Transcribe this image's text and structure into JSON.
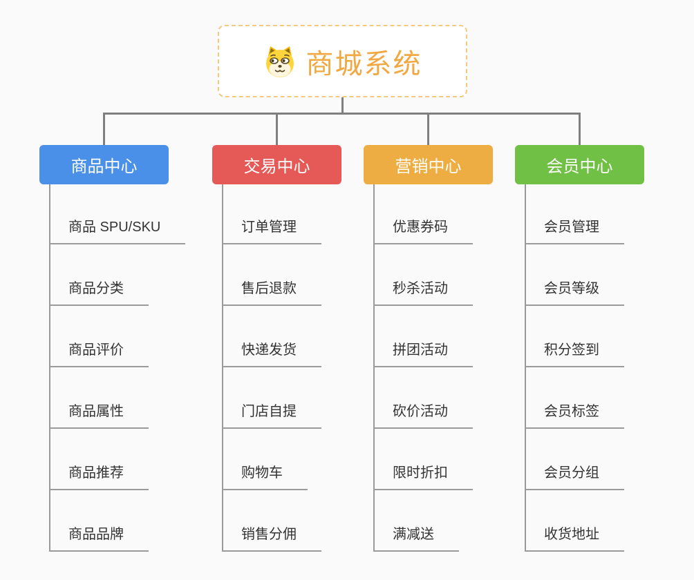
{
  "root": {
    "title": "商城系统",
    "icon": "doge-dog-face-icon",
    "title_color": "#f2a842",
    "border_color": "#f6c87f"
  },
  "branches": [
    {
      "label": "商品中心",
      "color": "#4a8fe8",
      "items": [
        "商品 SPU/SKU",
        "商品分类",
        "商品评价",
        "商品属性",
        "商品推荐",
        "商品品牌"
      ]
    },
    {
      "label": "交易中心",
      "color": "#e55a56",
      "items": [
        "订单管理",
        "售后退款",
        "快递发货",
        "门店自提",
        "购物车",
        "销售分佣"
      ]
    },
    {
      "label": "营销中心",
      "color": "#eead42",
      "items": [
        "优惠券码",
        "秒杀活动",
        "拼团活动",
        "砍价活动",
        "限时折扣",
        "满减送"
      ]
    },
    {
      "label": "会员中心",
      "color": "#6fc044",
      "items": [
        "会员管理",
        "会员等级",
        "积分签到",
        "会员标签",
        "会员分组",
        "收货地址"
      ]
    }
  ],
  "connector_color": "#7f7f7f",
  "line_color": "#9a9a9a",
  "background_color": "#fafafa"
}
